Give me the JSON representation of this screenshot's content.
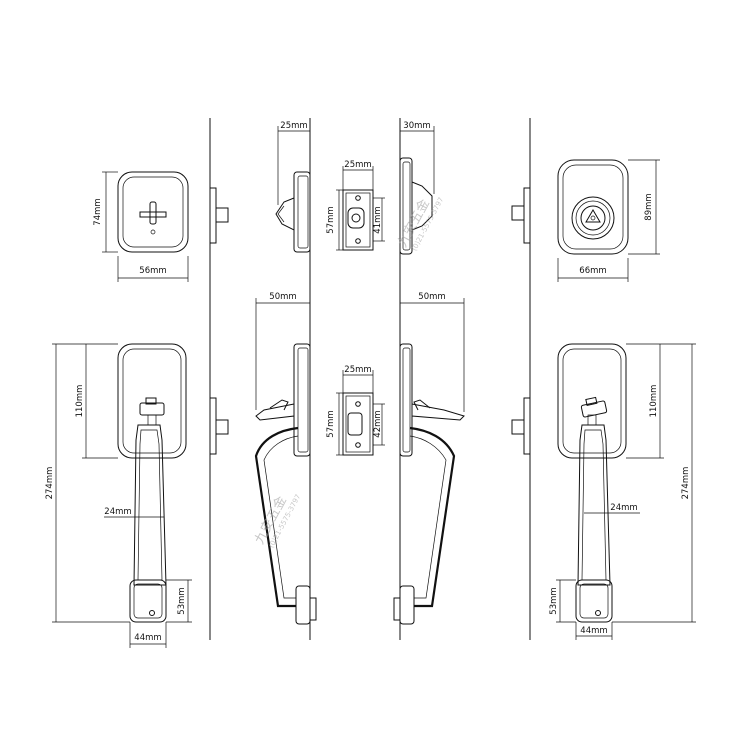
{
  "dimensions": {
    "tl_width": "56mm",
    "tl_height": "74mm",
    "deadbolt_depth": "25mm",
    "plate1_width": "25mm",
    "plate1_height": "57mm",
    "plate1_hole": "41mm",
    "deadbolt_depth_right": "30mm",
    "tr_height": "89mm",
    "tr_width": "66mm",
    "lever_depth_left": "50mm",
    "lever_depth_right": "50mm",
    "plate2_width": "25mm",
    "plate2_height": "57mm",
    "plate2_hole": "42mm",
    "left_plate_height": "110mm",
    "left_total_height": "274mm",
    "left_handle_width": "24mm",
    "left_base_height": "53mm",
    "left_base_width": "44mm",
    "right_plate_height": "110mm",
    "right_total_height": "274mm",
    "right_handle_width": "24mm",
    "right_base_height": "53mm",
    "right_base_width": "44mm"
  },
  "watermark": {
    "brand": "九安五金",
    "phone": "(0)21-5575-3797"
  }
}
